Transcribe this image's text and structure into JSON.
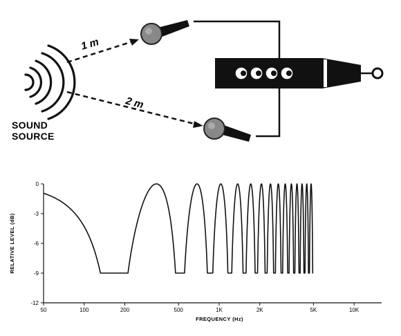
{
  "source": {
    "label_line1": "SOUND",
    "label_line2": "SOURCE"
  },
  "paths": [
    {
      "distance_label": "1 m"
    },
    {
      "distance_label": "2 m"
    }
  ],
  "chart_data": {
    "type": "line",
    "title": "",
    "xlabel": "FREQUENCY (Hz)",
    "ylabel": "RELATIVE LEVEL (dB)",
    "x_scale": "log",
    "xlim": [
      50,
      16000
    ],
    "ylim": [
      -12,
      0
    ],
    "x_ticks": [
      {
        "value": 50,
        "label": "50"
      },
      {
        "value": 100,
        "label": "100"
      },
      {
        "value": 200,
        "label": "200"
      },
      {
        "value": 500,
        "label": "500"
      },
      {
        "value": 1000,
        "label": "1K"
      },
      {
        "value": 2000,
        "label": "2K"
      },
      {
        "value": 5000,
        "label": "5K"
      },
      {
        "value": 10000,
        "label": "10K"
      }
    ],
    "y_ticks": [
      {
        "value": 0,
        "label": "0"
      },
      {
        "value": -3,
        "label": "-3"
      },
      {
        "value": -6,
        "label": "-6"
      },
      {
        "value": -9,
        "label": "-9"
      },
      {
        "value": -12,
        "label": "-12"
      }
    ],
    "grid": false,
    "floor_db": -9,
    "notch_frequencies_hz": [
      171.5,
      514.5,
      857.5,
      1200.5,
      1543.5,
      1886.5,
      2229.5,
      2572.5,
      2915.5,
      3258.5,
      3601.5,
      3944.5,
      4287.5,
      4630.5,
      4973.5
    ],
    "series": [
      {
        "values_note_free": true,
        "color": "#111111"
      }
    ]
  }
}
